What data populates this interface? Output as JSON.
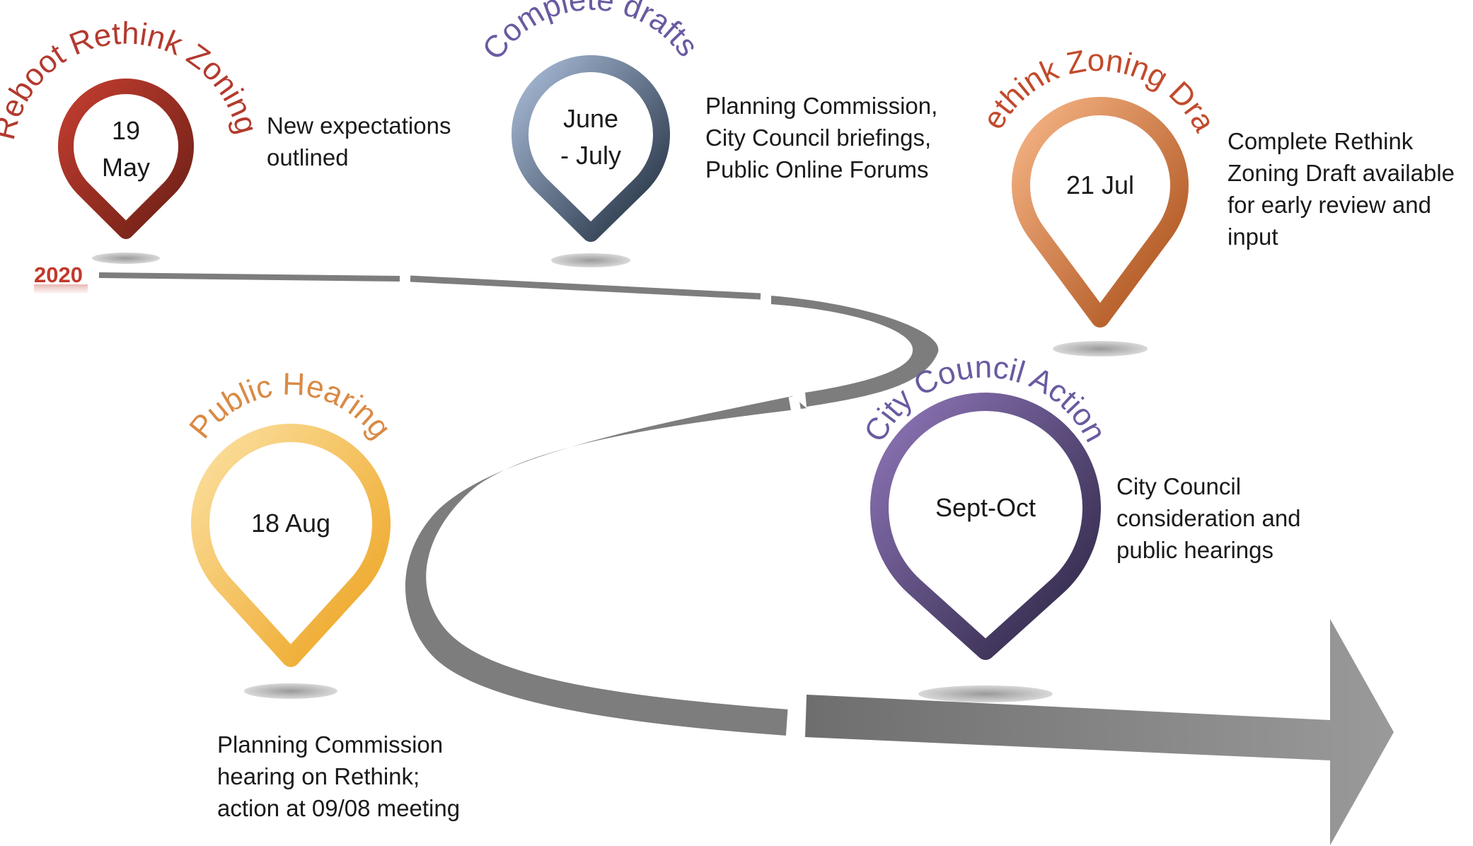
{
  "year": "2020",
  "milestones": [
    {
      "title": "Reboot Rethink Zoning",
      "date_line1": "19",
      "date_line2": "May",
      "description": "New expectations\noutlined",
      "color": "#b33a2e",
      "color_dark": "#6b1f15"
    },
    {
      "title": "Complete drafts",
      "date_line1": "June",
      "date_line2": "- July",
      "description": "Planning Commission,\nCity Council briefings,\nPublic Online Forums",
      "color": "#8ea4c4",
      "color_dark": "#1e2b3c"
    },
    {
      "title": "Rethink Zoning Draft",
      "date_line1": "21 Jul",
      "date_line2": "",
      "description": "Complete Rethink\nZoning Draft available\nfor early review and\ninput",
      "color": "#f0a06a",
      "color_dark": "#a84c16"
    },
    {
      "title": "Public Hearing",
      "date_line1": "18 Aug",
      "date_line2": "",
      "description": "Planning Commission\nhearing on Rethink;\naction at 09/08 meeting",
      "color": "#f9d27a",
      "color_dark": "#eda21d"
    },
    {
      "title": "City Council Action",
      "date_line1": "Sept-Oct",
      "date_line2": "",
      "description": "City Council\nconsideration and\npublic hearings",
      "color": "#7a5fa3",
      "color_dark": "#2a2341"
    }
  ],
  "colors": {
    "road": "#7d7d7d",
    "arrow": "#8c8c8c",
    "shadow": "#b4b4b4",
    "year": "#c0392b",
    "title_purple": "#6a5aa0"
  }
}
